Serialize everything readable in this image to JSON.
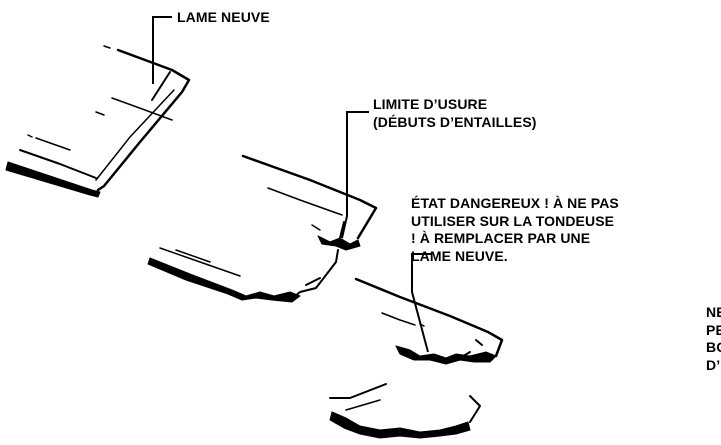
{
  "labels": {
    "new_blade": [
      "LAME NEUVE"
    ],
    "wear_limit": [
      "LIMITE D’USURE",
      "(DÉBUTS D’ENTAILLES)"
    ],
    "dangerous": [
      "ÉTAT DANGEREUX ! À NE PAS",
      "UTILISER SUR LA TONDEUSE",
      "! À REMPLACER PAR UNE",
      "LAME NEUVE."
    ],
    "cut_off": [
      "NE",
      "PE",
      "BO",
      "D’"
    ]
  }
}
